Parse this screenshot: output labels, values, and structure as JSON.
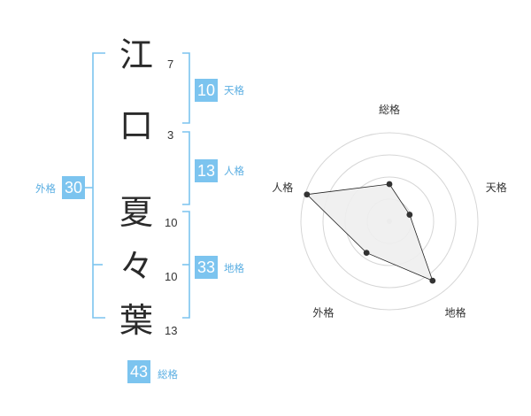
{
  "name": {
    "characters": [
      {
        "char": "江",
        "strokes": "7"
      },
      {
        "char": "口",
        "strokes": "3"
      },
      {
        "char": "夏",
        "strokes": "10"
      },
      {
        "char": "々",
        "strokes": "10"
      },
      {
        "char": "葉",
        "strokes": "13"
      }
    ]
  },
  "kaku": {
    "tenkaku": {
      "value": "10",
      "label": "天格"
    },
    "jinkaku": {
      "value": "13",
      "label": "人格"
    },
    "chikaku": {
      "value": "33",
      "label": "地格"
    },
    "gaikaku": {
      "value": "30",
      "label": "外格"
    },
    "soukaku": {
      "value": "43",
      "label": "総格"
    }
  },
  "colors": {
    "accent": "#7cc4ef",
    "label": "#5aaee2",
    "radar_fill": "#eeeeee",
    "radar_line": "#222222"
  },
  "chart_data": {
    "type": "radar",
    "axes": [
      "総格",
      "天格",
      "地格",
      "外格",
      "人格"
    ],
    "values": [
      0.42,
      0.24,
      0.83,
      0.44,
      0.98
    ],
    "rings": 4,
    "range": [
      0,
      1
    ]
  }
}
